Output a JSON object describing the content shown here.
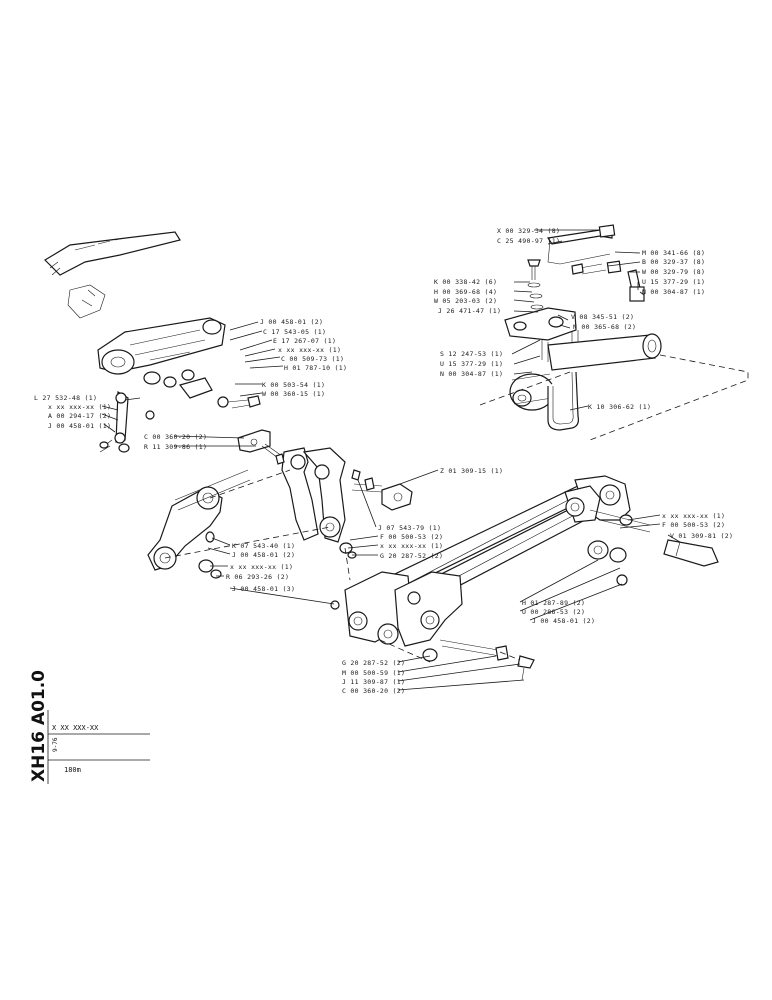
{
  "sheet": {
    "id": "XH16 A01.0",
    "part_code": "X XX XXX-XX",
    "subcode": "9-76",
    "boom_length": "180m"
  },
  "callouts": {
    "lower": [
      {
        "id": "z01309",
        "text": "Z 01 309-15 (1)"
      },
      {
        "id": "j07543",
        "text": "J 07 543-79 (1)"
      },
      {
        "id": "f00500a",
        "text": "F 00 500-53 (2)"
      },
      {
        "id": "xxxxxa",
        "text": "x xx xxx-xx (1)"
      },
      {
        "id": "g20287a",
        "text": "G 20 287-52 (2)"
      },
      {
        "id": "k07543",
        "text": "K 07 543-40 (1)"
      },
      {
        "id": "j00458a",
        "text": "J 00 458-01 (2)"
      },
      {
        "id": "xxxxxb",
        "text": "x xx xxx-xx (1)"
      },
      {
        "id": "r06293",
        "text": "R 06 293-26 (2)"
      },
      {
        "id": "j00458b",
        "text": "J 00 458-01 (3)"
      },
      {
        "id": "c00360a",
        "text": "C 00 360-20 (2)"
      },
      {
        "id": "r11309",
        "text": "R 11 309-86 (1)"
      },
      {
        "id": "xxxxxc",
        "text": "x xx xxx-xx (1)"
      },
      {
        "id": "f00500b",
        "text": "F 00 500-53 (2)"
      },
      {
        "id": "v01309",
        "text": "V 01 309-81 (2)"
      },
      {
        "id": "h01287",
        "text": "H 01 287-89 (2)"
      },
      {
        "id": "u00286",
        "text": "U 00 286-53 (2)"
      },
      {
        "id": "j00458c",
        "text": "J 00 458-01 (2)"
      },
      {
        "id": "g20287b",
        "text": "G 20 287-52 (2)"
      },
      {
        "id": "m00500",
        "text": "M 00 500-59 (1)"
      },
      {
        "id": "j11309",
        "text": "J 11 309-87 (1)"
      },
      {
        "id": "c00360b",
        "text": "C 00 360-20 (2)"
      }
    ],
    "upper_left": [
      {
        "id": "j00458d",
        "text": "J 00 458-01 (2)"
      },
      {
        "id": "c17543",
        "text": "C 17 543-05 (1)"
      },
      {
        "id": "e17267",
        "text": "E 17 267-07 (1)"
      },
      {
        "id": "xxxxxd",
        "text": "x xx xxx-xx (1)"
      },
      {
        "id": "c00509",
        "text": "C 00 509-73 (1)"
      },
      {
        "id": "h01787",
        "text": "H 01 787-10 (1)"
      },
      {
        "id": "k00503",
        "text": "K 00 503-54 (1)"
      },
      {
        "id": "w00360",
        "text": "W 00 360-15 (1)"
      },
      {
        "id": "l27532",
        "text": "L 27 532-48 (1)"
      },
      {
        "id": "xxxxxe",
        "text": "x xx xxx-xx (1)"
      },
      {
        "id": "a00294",
        "text": "A 00 294-17 (2)"
      },
      {
        "id": "j00458e",
        "text": "J 00 458-01 (1)"
      }
    ],
    "upper_right": [
      {
        "id": "x00329",
        "text": "X 00 329-34 (8)"
      },
      {
        "id": "c25490",
        "text": "C 25 490-97 (1)"
      },
      {
        "id": "m00341",
        "text": "M 00 341-66 (8)"
      },
      {
        "id": "b00329",
        "text": "B 00 329-37 (8)"
      },
      {
        "id": "w00329",
        "text": "W 00 329-79 (8)"
      },
      {
        "id": "u15377a",
        "text": "U 15 377-29 (1)"
      },
      {
        "id": "n00304a",
        "text": "N 00 304-87 (1)"
      },
      {
        "id": "k00338",
        "text": "K 00 338-42 (6)"
      },
      {
        "id": "h00369",
        "text": "H 00 369-68 (4)"
      },
      {
        "id": "w05203",
        "text": "W 05 203-03 (2)"
      },
      {
        "id": "j26471",
        "text": "J 26 471-47 (1)"
      },
      {
        "id": "v08345",
        "text": "V 08 345-51 (2)"
      },
      {
        "id": "n00365",
        "text": "N 00 365-68 (2)"
      },
      {
        "id": "s12247",
        "text": "S 12 247-53 (1)"
      },
      {
        "id": "u15377b",
        "text": "U 15 377-29 (1)"
      },
      {
        "id": "n00304b",
        "text": "N 00 304-87 (1)"
      },
      {
        "id": "k10306",
        "text": "K 10 306-62 (1)"
      }
    ]
  }
}
